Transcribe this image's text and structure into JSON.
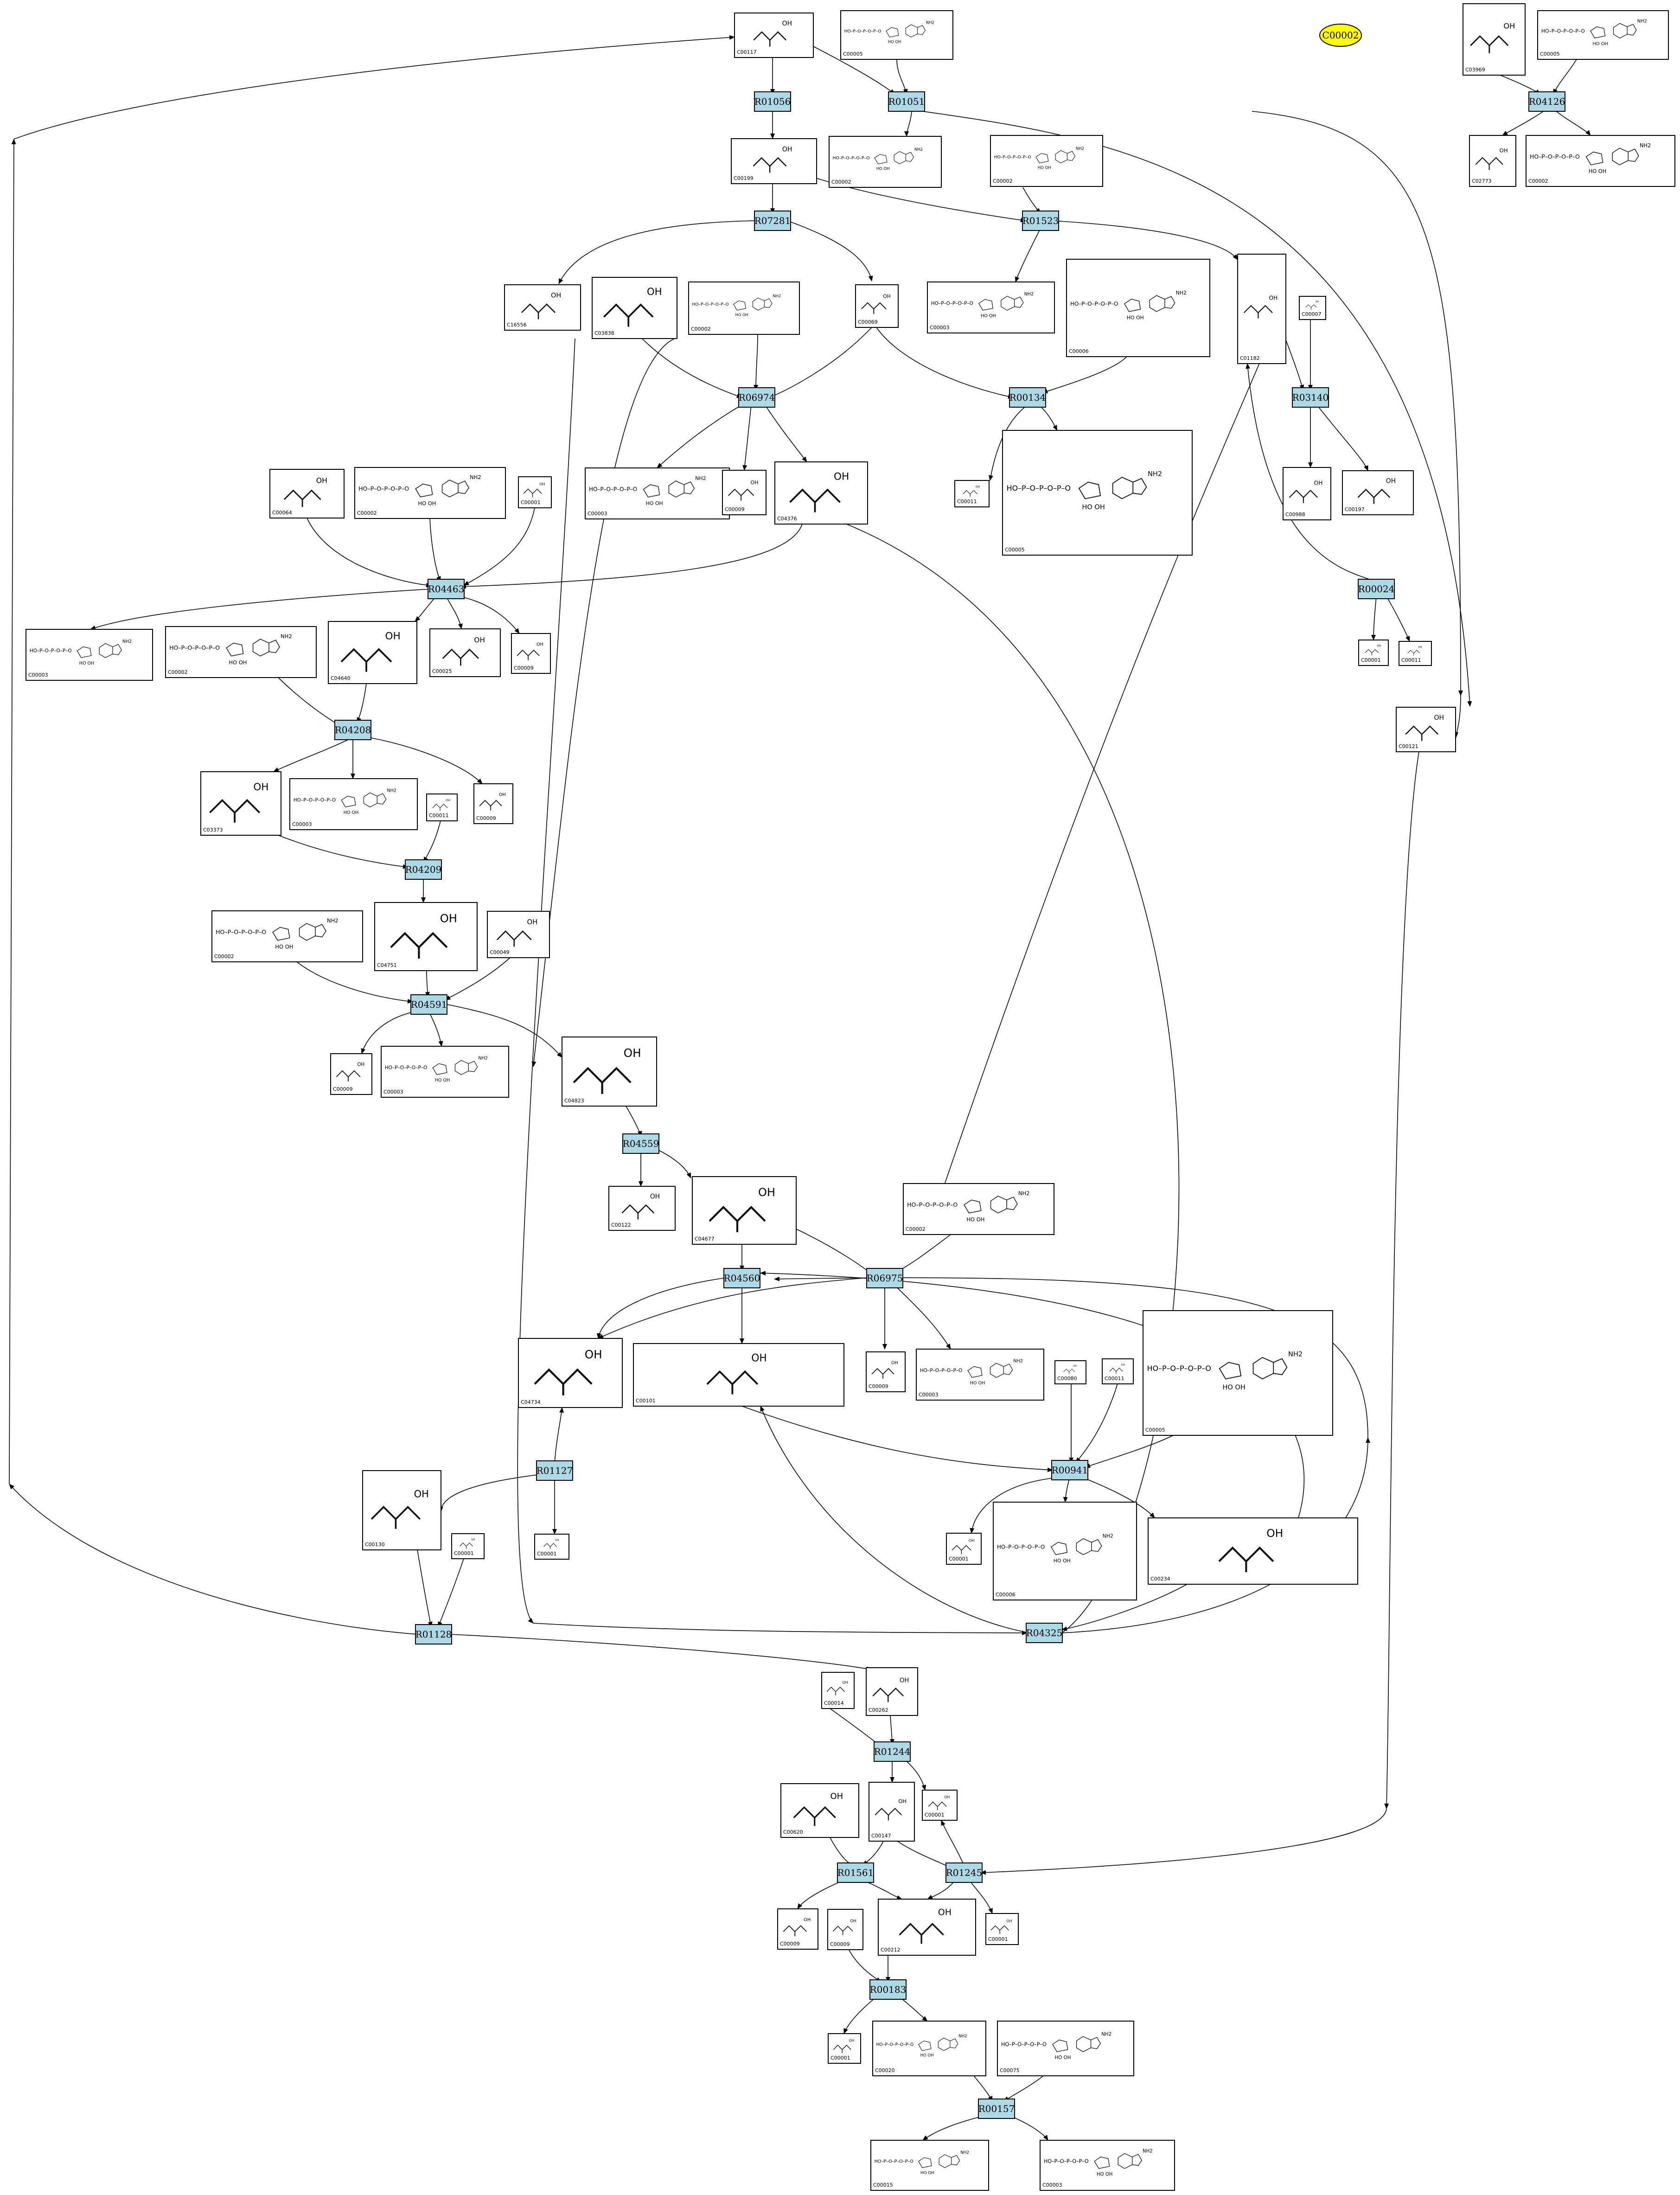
{
  "highlight": {
    "id": "C00002"
  },
  "reactions": [
    {
      "id": "R01056"
    },
    {
      "id": "R01051"
    },
    {
      "id": "R04126"
    },
    {
      "id": "R07281"
    },
    {
      "id": "R01523"
    },
    {
      "id": "R06974"
    },
    {
      "id": "R00134"
    },
    {
      "id": "R03140"
    },
    {
      "id": "R04463"
    },
    {
      "id": "R00024"
    },
    {
      "id": "R04208"
    },
    {
      "id": "R04209"
    },
    {
      "id": "R04591"
    },
    {
      "id": "R04559"
    },
    {
      "id": "R04560"
    },
    {
      "id": "R06975"
    },
    {
      "id": "R00941"
    },
    {
      "id": "R01127"
    },
    {
      "id": "R01128"
    },
    {
      "id": "R04325"
    },
    {
      "id": "R01244"
    },
    {
      "id": "R01561"
    },
    {
      "id": "R01245"
    },
    {
      "id": "R00183"
    },
    {
      "id": "R00157"
    }
  ],
  "compounds": [
    {
      "id": "C00117"
    },
    {
      "id": "C00005"
    },
    {
      "id": "C03969"
    },
    {
      "id": "C00005"
    },
    {
      "id": "C00199"
    },
    {
      "id": "C00002"
    },
    {
      "id": "C00002"
    },
    {
      "id": "C02773"
    },
    {
      "id": "C00002"
    },
    {
      "id": "C16556"
    },
    {
      "id": "C03838"
    },
    {
      "id": "C00002"
    },
    {
      "id": "C00069"
    },
    {
      "id": "C00003"
    },
    {
      "id": "C00006"
    },
    {
      "id": "C01182"
    },
    {
      "id": "C00007"
    },
    {
      "id": "C00064"
    },
    {
      "id": "C00002"
    },
    {
      "id": "C00001"
    },
    {
      "id": "C00003"
    },
    {
      "id": "C00009"
    },
    {
      "id": "C04376"
    },
    {
      "id": "C00011"
    },
    {
      "id": "C00005"
    },
    {
      "id": "C00988"
    },
    {
      "id": "C00197"
    },
    {
      "id": "C00003"
    },
    {
      "id": "C00002"
    },
    {
      "id": "C04640"
    },
    {
      "id": "C00025"
    },
    {
      "id": "C00009"
    },
    {
      "id": "C00001"
    },
    {
      "id": "C00011"
    },
    {
      "id": "C00121"
    },
    {
      "id": "C03373"
    },
    {
      "id": "C00003"
    },
    {
      "id": "C00011"
    },
    {
      "id": "C00009"
    },
    {
      "id": "C00002"
    },
    {
      "id": "C04751"
    },
    {
      "id": "C00049"
    },
    {
      "id": "C00009"
    },
    {
      "id": "C00003"
    },
    {
      "id": "C04823"
    },
    {
      "id": "C00122"
    },
    {
      "id": "C04677"
    },
    {
      "id": "C00002"
    },
    {
      "id": "C04734"
    },
    {
      "id": "C00101"
    },
    {
      "id": "C00009"
    },
    {
      "id": "C00003"
    },
    {
      "id": "C00080"
    },
    {
      "id": "C00011"
    },
    {
      "id": "C00005"
    },
    {
      "id": "C00130"
    },
    {
      "id": "C00001"
    },
    {
      "id": "C00001"
    },
    {
      "id": "C00001"
    },
    {
      "id": "C00006"
    },
    {
      "id": "C00234"
    },
    {
      "id": "C00014"
    },
    {
      "id": "C00262"
    },
    {
      "id": "C00001"
    },
    {
      "id": "C00620"
    },
    {
      "id": "C00147"
    },
    {
      "id": "C00009"
    },
    {
      "id": "C00009"
    },
    {
      "id": "C00212"
    },
    {
      "id": "C00001"
    },
    {
      "id": "C00001"
    },
    {
      "id": "C00020"
    },
    {
      "id": "C00075"
    },
    {
      "id": "C00015"
    },
    {
      "id": "C00003"
    }
  ]
}
